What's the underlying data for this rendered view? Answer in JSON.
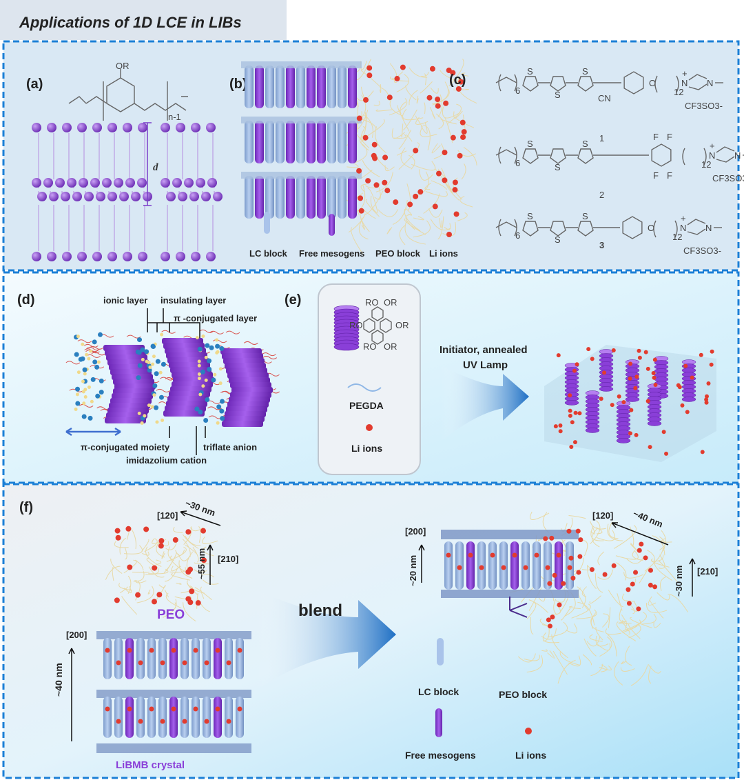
{
  "title": "Applications of 1D LCE in LIBs",
  "colors": {
    "border": "#1b7fd6",
    "purple": "#8a3fd8",
    "lc_blue": "#9cb8e0",
    "peo": "#efe2b4",
    "li": "#e23b2e",
    "arrow": "#1e6fc4"
  },
  "panel_a": {
    "label": "(a)",
    "or": "OR",
    "n1": "n-1",
    "spacing": "d"
  },
  "panel_b": {
    "label": "(b)",
    "legend": [
      "LC block",
      "Free mesogens",
      "PEO block",
      "Li ions"
    ]
  },
  "panel_c": {
    "label": "(c)",
    "atoms": {
      "s": "S",
      "cn": "CN",
      "f": "F",
      "o": "O",
      "n_plus": "N",
      "n": "N",
      "plus": "+",
      "six": "6",
      "twelve": "12",
      "anion": "CF3SO3-"
    },
    "compounds": [
      "1",
      "2",
      "3"
    ]
  },
  "panel_d": {
    "label": "(d)",
    "ionic_layer": "ionic layer",
    "insulating_layer": "insulating layer",
    "pi_layer": "π -conjugated layer",
    "pi_moiety": "π-conjugated moiety",
    "imidazolium": "imidazolium cation",
    "triflate": "triflate anion"
  },
  "panel_e": {
    "label": "(e)",
    "ro": "RO",
    "or": "OR",
    "pegda": "PEGDA",
    "li_ions": "Li ions",
    "step_line1": "Initiator, annealed",
    "step_line2": "UV Lamp"
  },
  "panel_f": {
    "label": "(f)",
    "peo": "PEO",
    "crystal": "LiBMB crystal",
    "blend": "blend",
    "left": {
      "dir120": "[120]",
      "len30": "~30 nm",
      "len55": "~55 nm",
      "dir210": "[210]",
      "dir200": "[200]",
      "len40": "~40 nm"
    },
    "right": {
      "dir200": "[200]",
      "len20": "~20 nm",
      "dir120": "[120]",
      "len40": "~40 nm",
      "len30": "~30 nm",
      "dir210": "[210]"
    },
    "legend": [
      "LC block",
      "PEO block",
      "Free mesogens",
      "Li ions"
    ]
  }
}
